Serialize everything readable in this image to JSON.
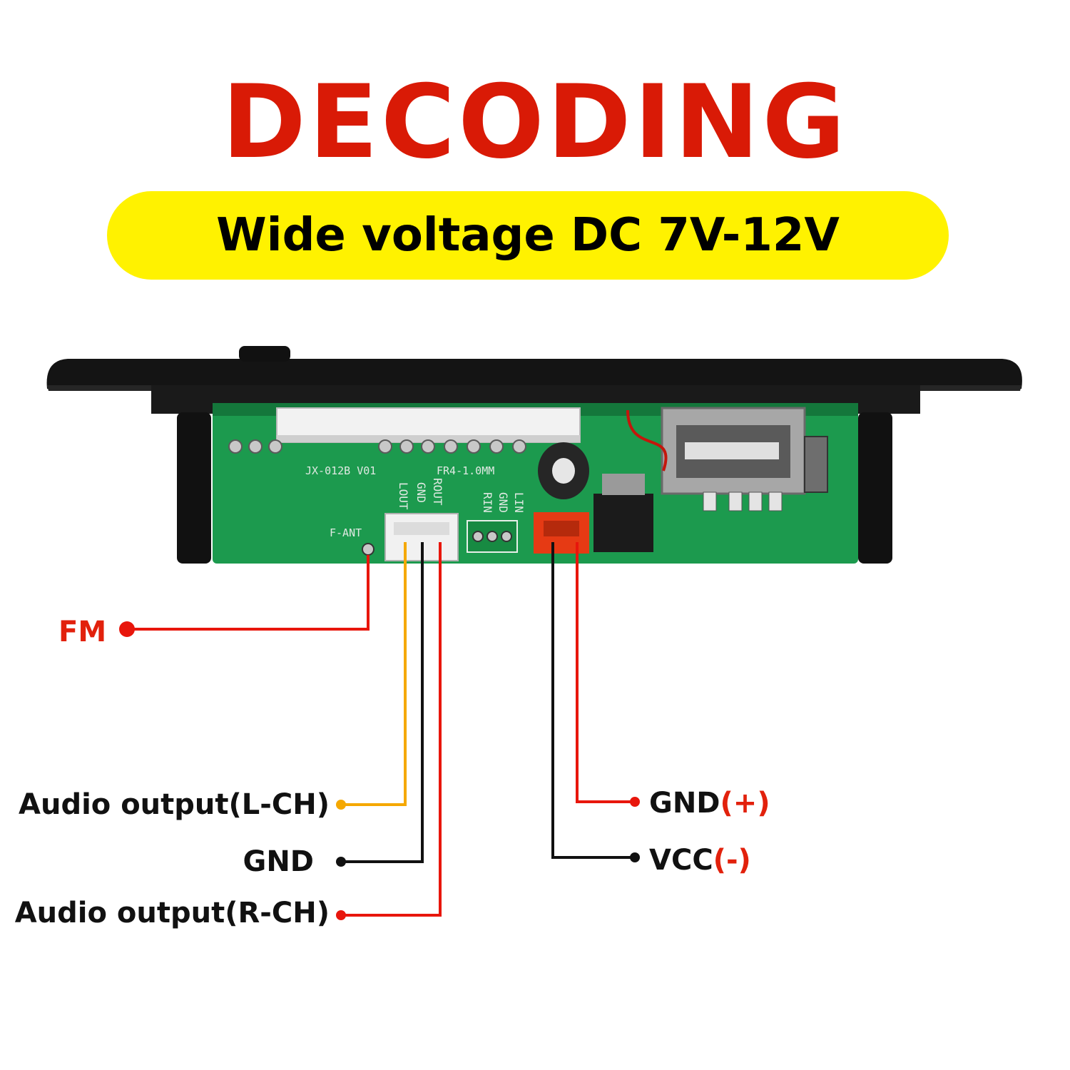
{
  "header": {
    "title": "DECODING BOARD",
    "subtitle": "Wide voltage DC 7V-12V"
  },
  "board": {
    "model": "JX-012B V01",
    "spec": "FR4-1.0MM",
    "header_pins": [
      "LOUT",
      "GND",
      "ROUT",
      "LIN",
      "GND",
      "RIN"
    ],
    "antenna_label": "F-ANT"
  },
  "pins": {
    "fm": {
      "label": "FM",
      "wire_color": "#e8160c"
    },
    "lch": {
      "label": "Audio output(L-CH)",
      "wire_color": "#f5a800"
    },
    "gnd_audio": {
      "label": "GND",
      "wire_color": "#111111"
    },
    "rch": {
      "label": "Audio output(R-CH)",
      "wire_color": "#e8160c"
    },
    "gnd_power": {
      "label": "GND",
      "polarity": "(+)",
      "wire_color": "#e8160c"
    },
    "vcc": {
      "label": "VCC",
      "polarity": "(-)",
      "wire_color": "#111111"
    }
  },
  "colors": {
    "title_red": "#d91a06",
    "pill_yellow": "#fff200",
    "pcb_green": "#1c9a4e"
  }
}
